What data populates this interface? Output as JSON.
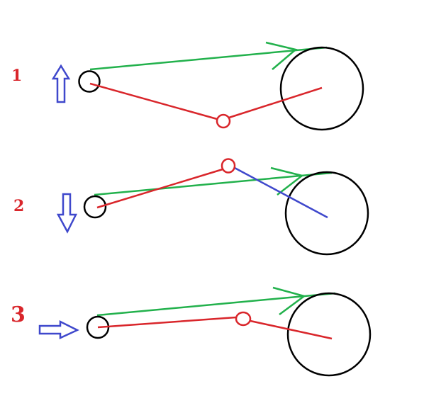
{
  "colors": {
    "background": "#ffffff",
    "belt": "#22b14c",
    "link": "#d9262b",
    "link_alt": "#3f48cc",
    "arrow": "#3f48cc",
    "pulley": "#000000",
    "number": "#d9262b"
  },
  "panels": [
    {
      "label": "1",
      "arrow_direction": "up"
    },
    {
      "label": "2",
      "arrow_direction": "down"
    },
    {
      "label": "3",
      "arrow_direction": "right"
    }
  ]
}
